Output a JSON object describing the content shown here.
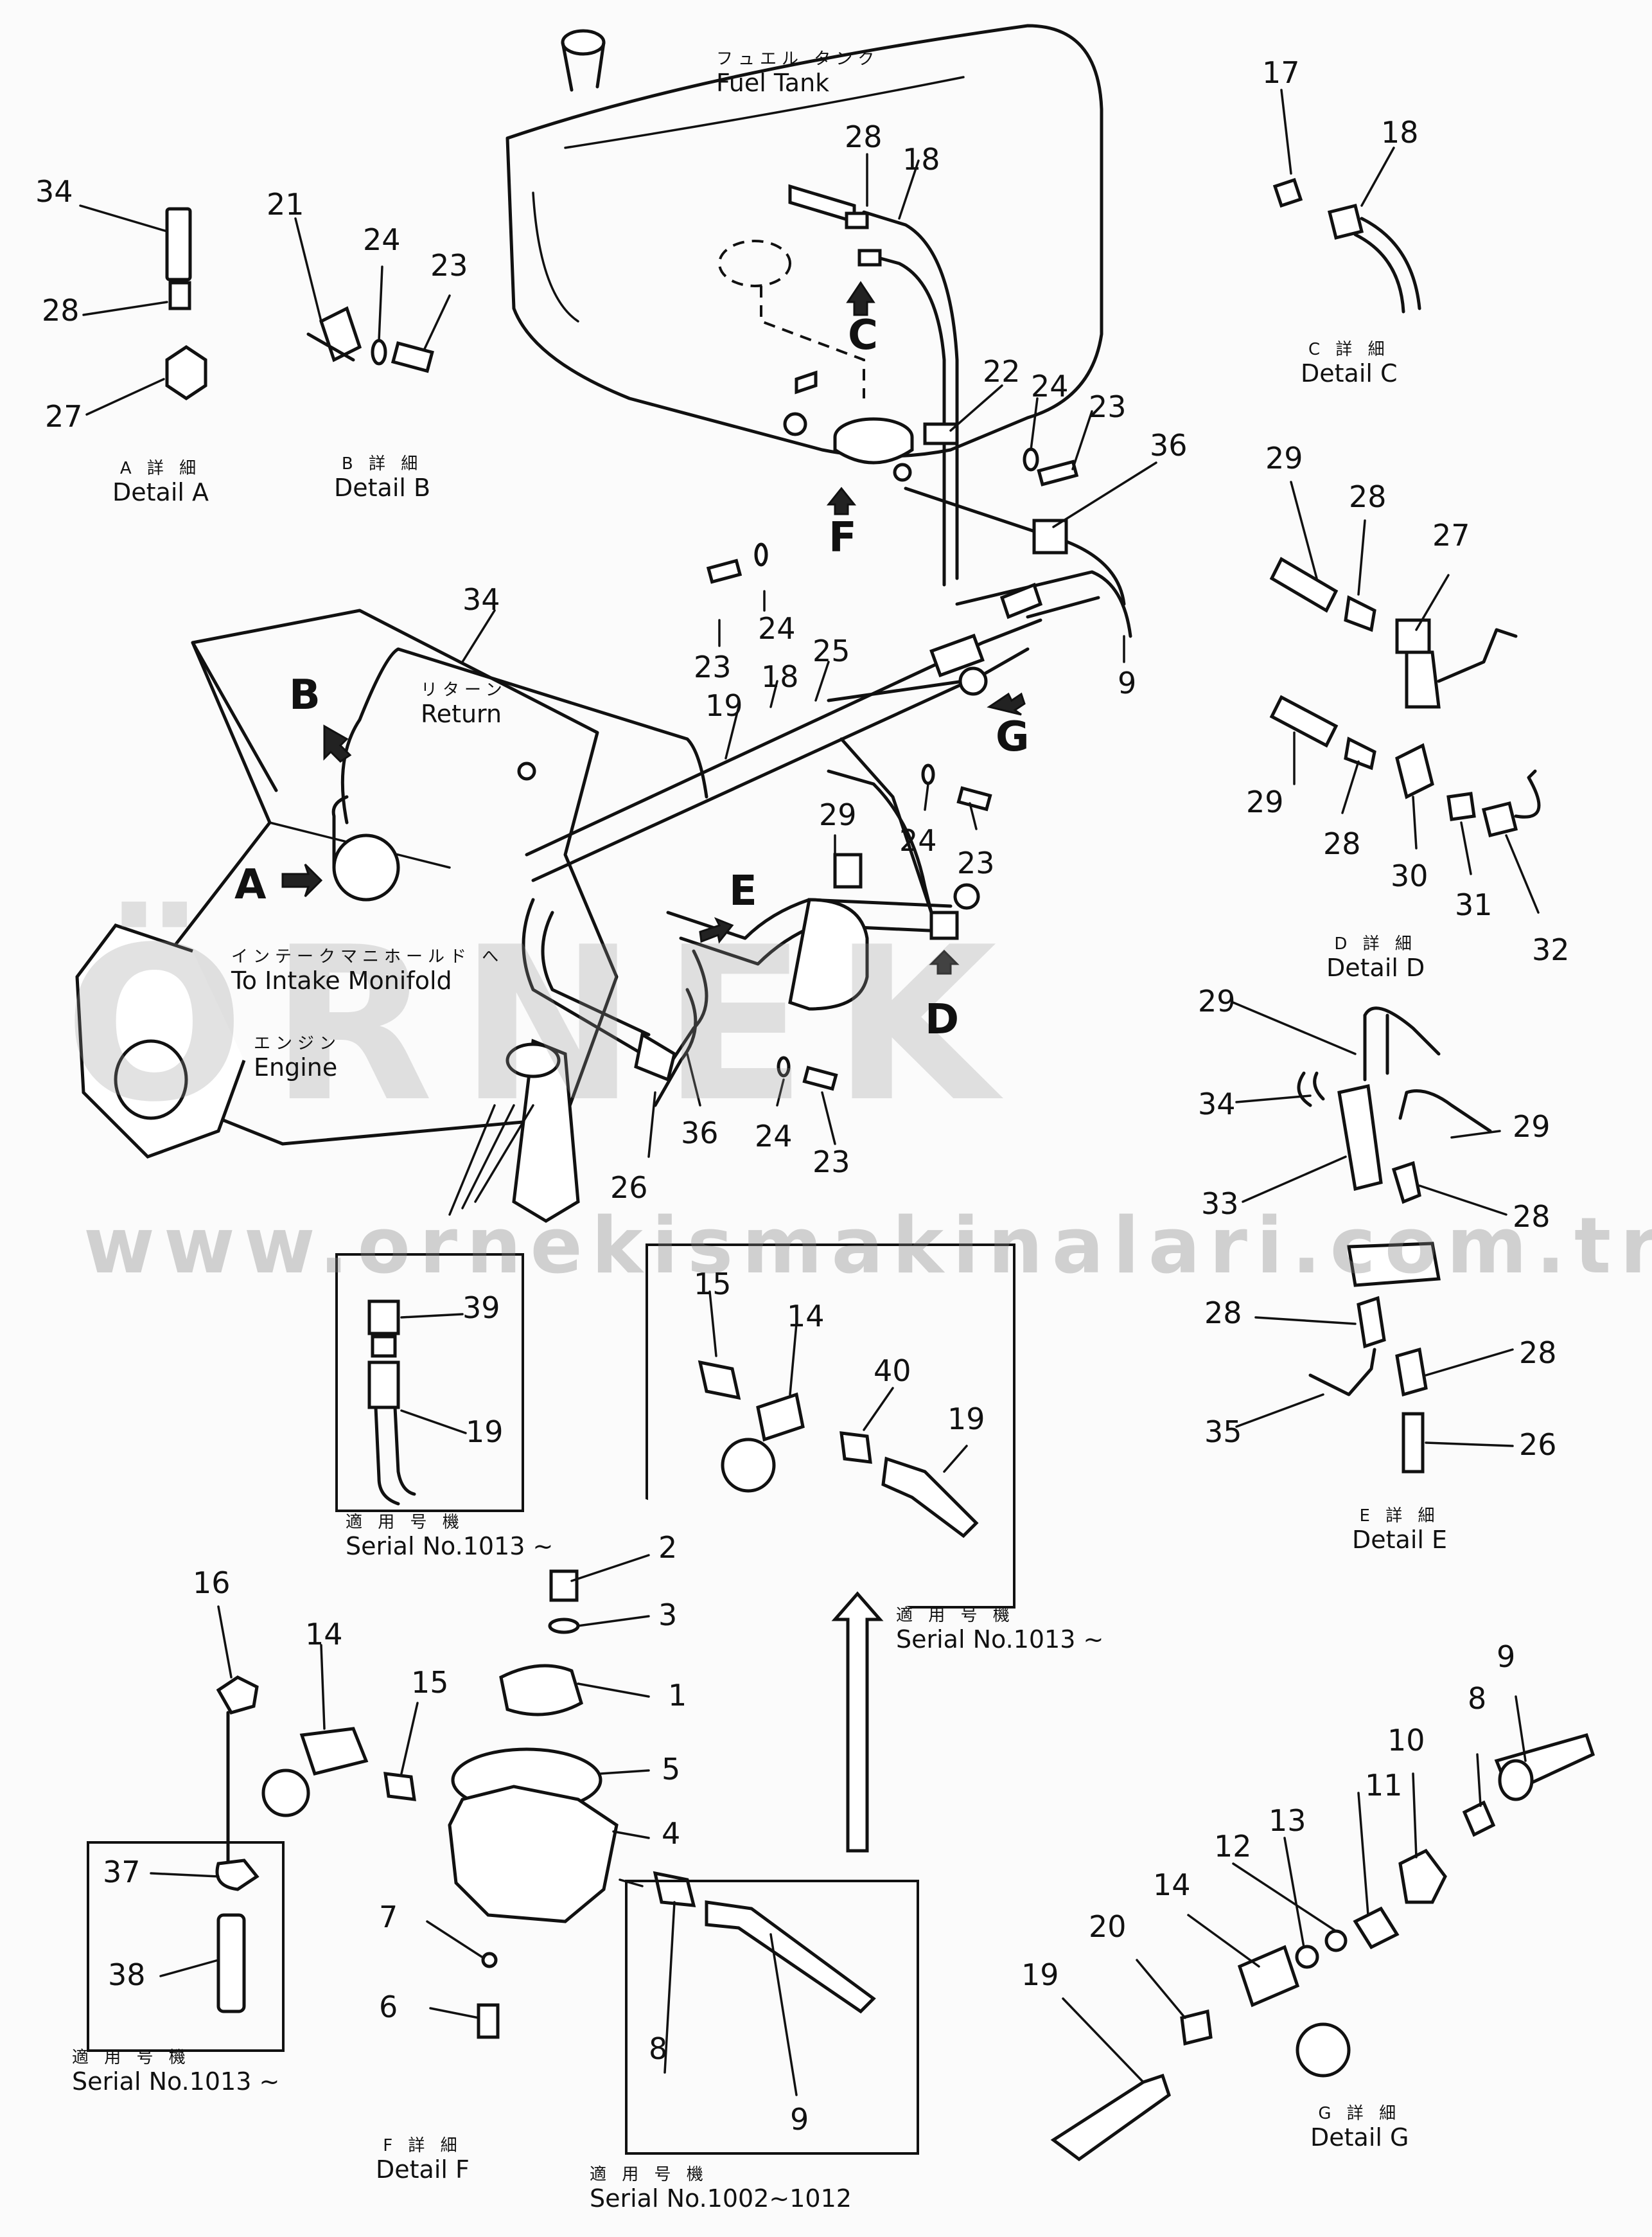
{
  "watermark": {
    "brand": "ÖRNEK",
    "url": "www.ornekismakinalari.com.tr"
  },
  "annotations": {
    "fuel_tank_jp": "フュエル タンク",
    "fuel_tank": "Fuel Tank",
    "return_jp": "リターン",
    "return": "Return",
    "intake_jp": "インテークマニホールド へ",
    "intake": "To Intake Monifold",
    "engine_jp": "エンジン",
    "engine": "Engine"
  },
  "view_arrows": [
    "A",
    "B",
    "C",
    "D",
    "E",
    "F",
    "G"
  ],
  "detail_captions": {
    "a": {
      "jp": "A 詳 細",
      "en": "Detail A"
    },
    "b": {
      "jp": "B 詳 細",
      "en": "Detail B"
    },
    "c": {
      "jp": "C 詳 細",
      "en": "Detail C"
    },
    "d": {
      "jp": "D 詳 細",
      "en": "Detail D"
    },
    "e": {
      "jp": "E 詳 細",
      "en": "Detail E"
    },
    "f": {
      "jp": "F 詳 細",
      "en": "Detail F"
    },
    "g": {
      "jp": "G 詳 細",
      "en": "Detail G"
    }
  },
  "serial_captions": {
    "s1": {
      "jp": "適 用 号 機",
      "en": "Serial No.1013 ~"
    },
    "s2": {
      "jp": "適 用 号 機",
      "en": "Serial No.1013 ~"
    },
    "s3": {
      "jp": "適 用 号 機",
      "en": "Serial No.1013 ~"
    },
    "s4": {
      "jp": "適 用 号 機",
      "en": "Serial No.1002~1012"
    }
  },
  "part_numbers": {
    "main": [
      "28",
      "18",
      "22",
      "24",
      "23",
      "36",
      "23",
      "24",
      "34",
      "25",
      "18",
      "19",
      "9",
      "23",
      "24",
      "29",
      "36",
      "24",
      "23",
      "26"
    ],
    "detail_a": [
      "34",
      "28",
      "27"
    ],
    "detail_b": [
      "21",
      "24",
      "23"
    ],
    "detail_c": [
      "17",
      "18"
    ],
    "detail_d": [
      "29",
      "28",
      "27",
      "29",
      "28",
      "30",
      "31",
      "32"
    ],
    "detail_e": [
      "29",
      "34",
      "29",
      "33",
      "28",
      "28",
      "28",
      "35",
      "26"
    ],
    "detail_f": [
      "2",
      "3",
      "1",
      "5",
      "4",
      "7",
      "6",
      "16",
      "14",
      "15",
      "37",
      "38"
    ],
    "serial_box_1": [
      "39",
      "19"
    ],
    "serial_box_2": [
      "15",
      "14",
      "40",
      "19"
    ],
    "serial_box_4": [
      "8",
      "9"
    ],
    "detail_g": [
      "9",
      "8",
      "10",
      "11",
      "13",
      "12",
      "14",
      "20",
      "19"
    ]
  }
}
